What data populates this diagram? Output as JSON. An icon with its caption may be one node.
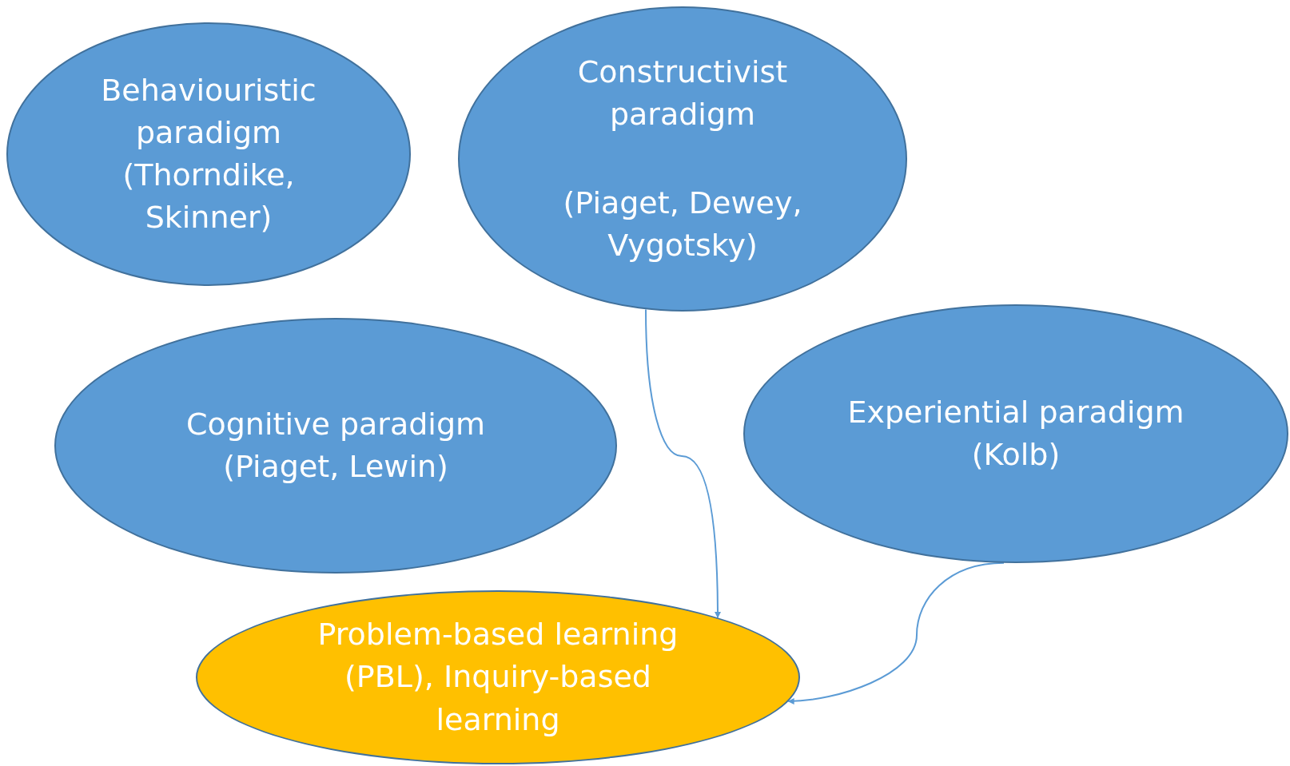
{
  "diagram": {
    "nodes": [
      {
        "text": [
          "Behaviouristic paradigm",
          "(Thorndike, Skinner)"
        ]
      },
      {
        "text": [
          "Constructivist paradigm",
          "(Piaget, Dewey, Vygotsky)"
        ]
      },
      {
        "text": [
          "Cognitive paradigm",
          "(Piaget, Lewin)"
        ]
      },
      {
        "text": [
          "Experiential paradigm",
          "(Kolb)"
        ]
      },
      {
        "text": [
          "Problem-based learning (PBL), Inquiry-based learning"
        ]
      }
    ],
    "edges": [
      {
        "from": 1,
        "to": 4,
        "arrow": "to"
      },
      {
        "from": 3,
        "to": 4,
        "arrow": "to"
      }
    ]
  }
}
